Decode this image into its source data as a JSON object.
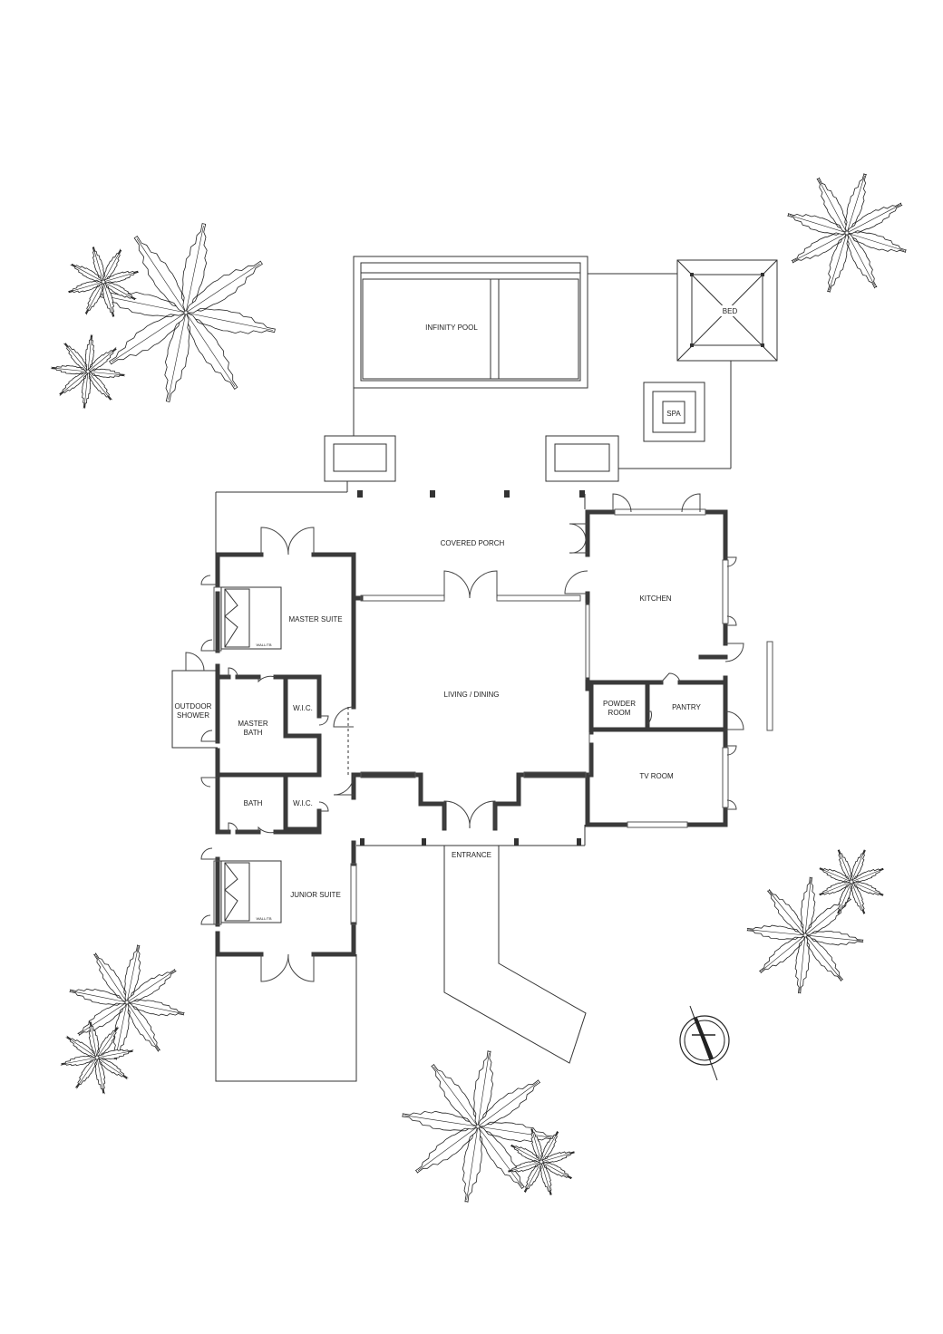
{
  "rooms": {
    "infinity_pool": "INFINITY POOL",
    "bed": "BED",
    "spa": "SPA",
    "covered_porch": "COVERED PORCH",
    "master_suite": "MASTER SUITE",
    "kitchen": "KITCHEN",
    "living_dining": "LIVING / DINING",
    "outdoor_shower_line1": "OUTDOOR",
    "outdoor_shower_line2": "SHOWER",
    "master_bath_line1": "MASTER",
    "master_bath_line2": "BATH",
    "wic_master": "W.I.C.",
    "powder_room_line1": "POWDER",
    "powder_room_line2": "ROOM",
    "pantry": "PANTRY",
    "tv_room": "TV ROOM",
    "bath": "BATH",
    "wic_junior": "W.I.C.",
    "entrance": "ENTRANCE",
    "junior_suite": "JUNIOR SUITE"
  },
  "bed_tags": {
    "master": "WALL/TB",
    "junior": "WALL/TB"
  },
  "icons": {
    "north_arrow": "north-arrow-icon",
    "tree": "palm-tree-icon"
  },
  "colors": {
    "wall": "#3a3a3a",
    "line": "#333333",
    "background": "#ffffff"
  }
}
